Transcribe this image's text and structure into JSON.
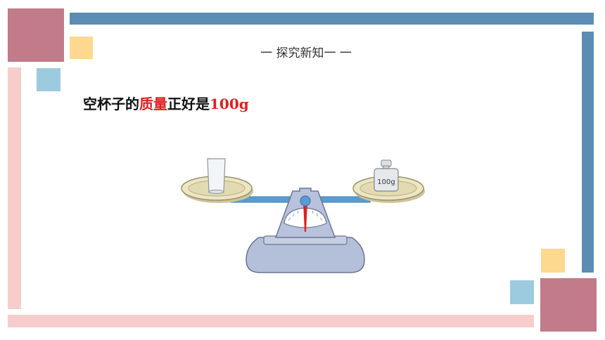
{
  "section": {
    "title": "一 探究新知一 一"
  },
  "statement": {
    "part1": "空杯子的",
    "highlight": "质量",
    "part2": "正好是",
    "value": "100g"
  },
  "scale": {
    "weight_label": "100g"
  },
  "colors": {
    "frame_blue": "#5b8db4",
    "frame_rose": "#c27b89",
    "frame_pink": "#f7cdcc",
    "frame_yellow": "#fcd98e",
    "frame_light_blue": "#9ccbdf",
    "highlight_red": "#e02020"
  }
}
